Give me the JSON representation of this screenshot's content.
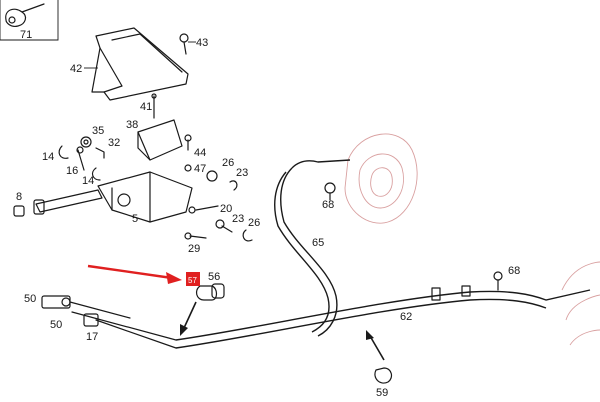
{
  "labels": {
    "p71": "71",
    "p43": "43",
    "p42": "42",
    "p41": "41",
    "p35": "35",
    "p32": "32",
    "p38": "38",
    "p14a": "14",
    "p14b": "14",
    "p16": "16",
    "p44": "44",
    "p47": "47",
    "p26a": "26",
    "p23a": "23",
    "p8": "8",
    "p5": "5",
    "p20": "20",
    "p23b": "23",
    "p26b": "26",
    "p29": "29",
    "p68a": "68",
    "p65": "65",
    "p68b": "68",
    "p56": "56",
    "p50a": "50",
    "p50b": "50",
    "p17": "17",
    "p62": "62",
    "p59": "59"
  },
  "highlight_part_number": "57",
  "colors": {
    "arrow": "#e02020",
    "highlight": "#e02020",
    "line": "#1a1a1a",
    "ghost": "#d9a0a0"
  }
}
